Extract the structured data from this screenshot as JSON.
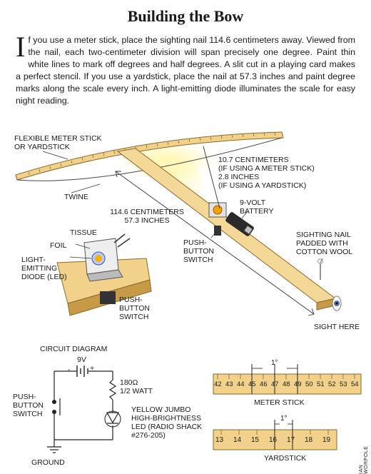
{
  "title": "Building the Bow",
  "body": {
    "dropcap": "I",
    "text": "f you use a meter stick, place the sighting nail 114.6 centimeters away. Viewed from the nail, each two-centimeter division will span precisely one degree. Paint thin white lines to mark off degrees and half degrees. A slit cut in a playing card makes a perfect stencil. If you use a yardstick, place the nail at 57.3 inches and paint degree marks along the scale every inch. A light-emitting diode illuminates the scale for easy night reading."
  },
  "labels": {
    "meter_stick": [
      "FLEXIBLE METER STICK",
      "OR YARDSTICK"
    ],
    "twine": "TWINE",
    "offset": [
      "10.7 CENTIMETERS",
      "(IF USING A METER STICK)",
      "2.8 INCHES",
      "(IF USING A YARDSTICK)"
    ],
    "distance": [
      "114.6 CENTIMETERS",
      "57.3 INCHES"
    ],
    "battery": [
      "9-VOLT",
      "BATTERY"
    ],
    "push_switch_main": [
      "PUSH-",
      "BUTTON",
      "SWITCH"
    ],
    "sighting_nail": [
      "SIGHTING NAIL",
      "PADDED WITH",
      "COTTON WOOL"
    ],
    "sight_here": "SIGHT HERE",
    "tissue": "TISSUE",
    "foil": "FOIL",
    "led_detail": [
      "LIGHT-",
      "EMITTING",
      "DIODE (LED)"
    ],
    "push_switch_detail": [
      "PUSH-",
      "BUTTON",
      "SWITCH"
    ]
  },
  "circuit": {
    "title": "CIRCUIT DIAGRAM",
    "voltage": "9V",
    "minus": "-",
    "plus": "+",
    "resistor": [
      "180Ω",
      "1/2 WATT"
    ],
    "switch": [
      "PUSH-",
      "BUTTON",
      "SWITCH"
    ],
    "led": [
      "YELLOW JUMBO",
      "HIGH-BRIGHTNESS",
      "LED (RADIO SHACK",
      "#276-205)"
    ],
    "ground": "GROUND"
  },
  "scales": {
    "meter": {
      "label": "METER STICK",
      "degree": "1°",
      "ticks": [
        "42",
        "43",
        "44",
        "45",
        "46",
        "47",
        "48",
        "49",
        "50",
        "51",
        "52",
        "53",
        "54"
      ]
    },
    "yard": {
      "label": "YARDSTICK",
      "degree": "1°",
      "ticks": [
        "13",
        "14",
        "15",
        "16",
        "17",
        "18",
        "19"
      ]
    }
  },
  "credit": "IAN WORPOLE",
  "colors": {
    "wood": "#f2d28a",
    "wood_dark": "#c79a48",
    "glow": "#fff2a0"
  }
}
